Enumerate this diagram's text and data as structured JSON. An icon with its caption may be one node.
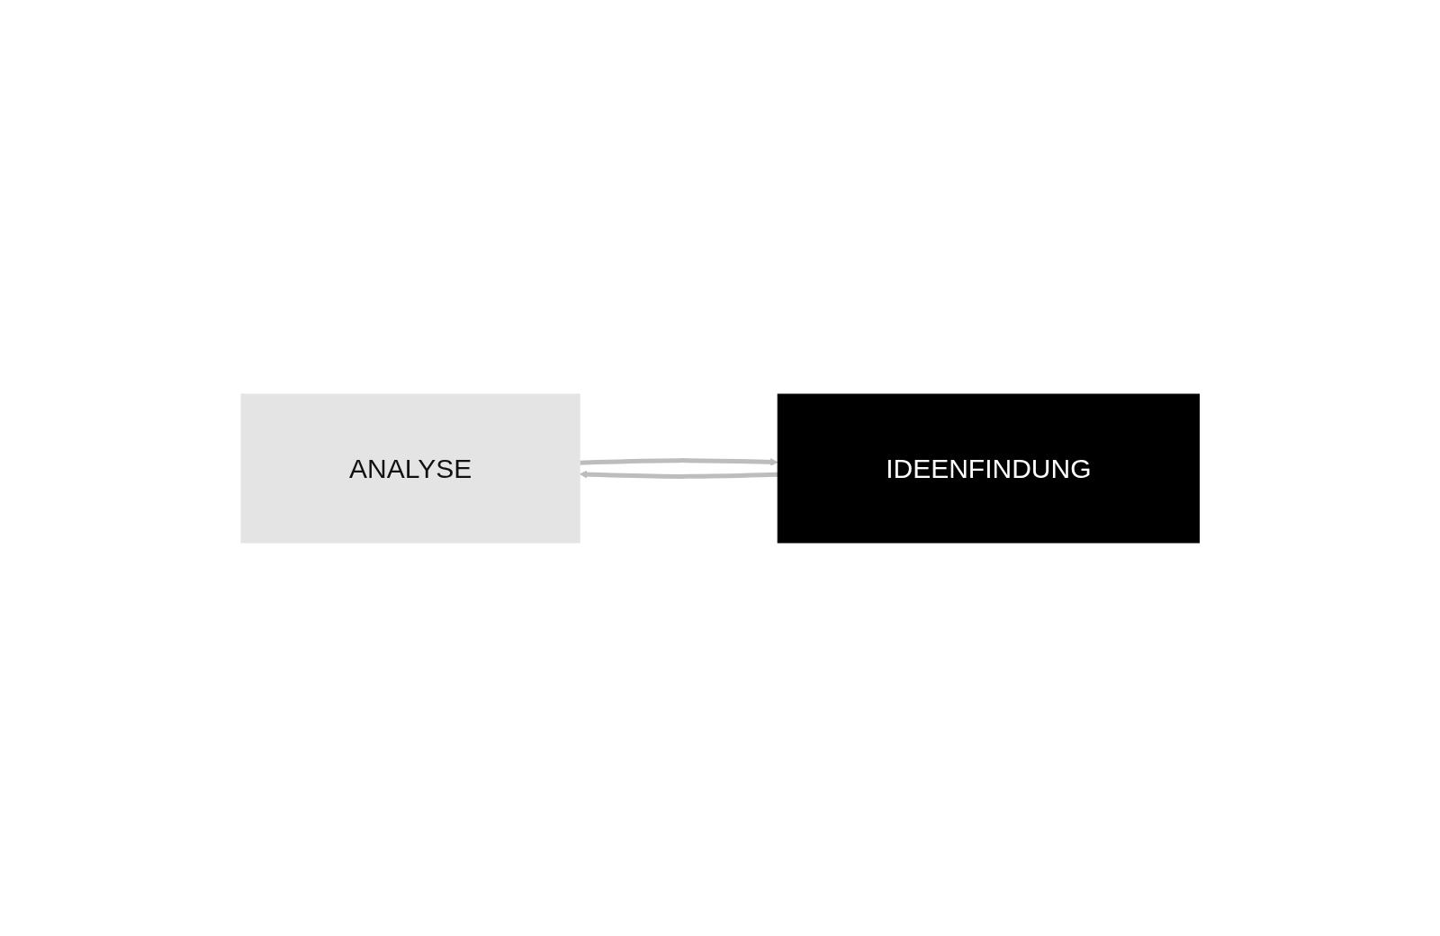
{
  "diagram": {
    "nodes": [
      {
        "text": [
          "ANALYSE"
        ]
      },
      {
        "text": [
          "IDEENFINDUNG"
        ]
      }
    ],
    "edges": [
      {
        "from": 0,
        "to": 1,
        "arrow": "to"
      },
      {
        "from": 1,
        "to": 0,
        "arrow": "to"
      }
    ]
  }
}
